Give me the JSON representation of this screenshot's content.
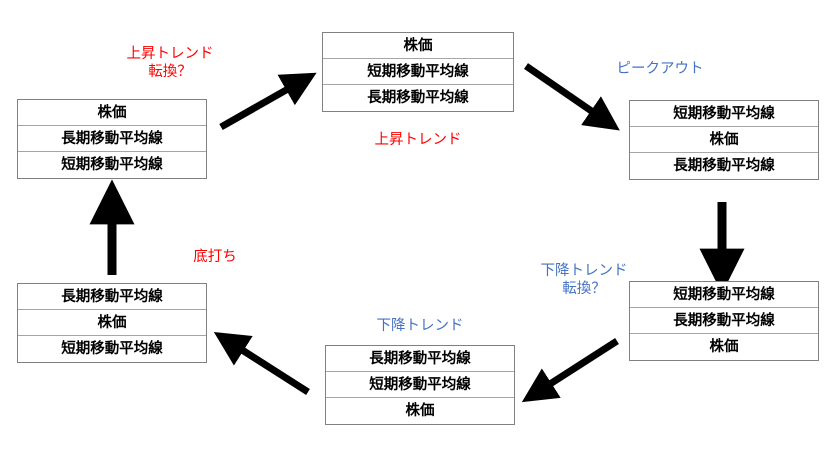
{
  "diagram": {
    "title": "",
    "colors": {
      "box_border": "#808080",
      "row_divider": "#a6a6a6",
      "text": "#000000",
      "red_label": "#ff0000",
      "blue_label": "#4472c4",
      "arrow": "#000000",
      "background": "#ffffff"
    },
    "terms": {
      "price": "株価",
      "short_ma": "短期移動平均線",
      "long_ma": "長期移動平均線"
    },
    "boxes": [
      {
        "id": "left-box",
        "name": "state-box-bottoming-reversal",
        "rows": [
          "株価",
          "長期移動平均線",
          "短期移動平均線"
        ]
      },
      {
        "id": "top-box",
        "name": "state-box-uptrend",
        "rows": [
          "株価",
          "短期移動平均線",
          "長期移動平均線"
        ]
      },
      {
        "id": "right-top-box",
        "name": "state-box-peak-out",
        "rows": [
          "短期移動平均線",
          "株価",
          "長期移動平均線"
        ]
      },
      {
        "id": "right-bottom-box",
        "name": "state-box-downtrend-reversal",
        "rows": [
          "短期移動平均線",
          "長期移動平均線",
          "株価"
        ]
      },
      {
        "id": "bottom-box",
        "name": "state-box-downtrend",
        "rows": [
          "長期移動平均線",
          "短期移動平均線",
          "株価"
        ]
      },
      {
        "id": "bottom-left-box",
        "name": "state-box-bottoming",
        "rows": [
          "長期移動平均線",
          "株価",
          "短期移動平均線"
        ]
      }
    ],
    "labels": [
      {
        "id": "label-uptrend-reversal",
        "line1": "上昇トレンド",
        "line2": "転換？",
        "color": "red"
      },
      {
        "id": "label-uptrend",
        "line1": "上昇トレンド",
        "line2": "",
        "color": "red"
      },
      {
        "id": "label-peak-out",
        "line1": "ピークアウト",
        "line2": "",
        "color": "blue"
      },
      {
        "id": "label-downtrend-reversal",
        "line1": "下降トレンド",
        "line2": "転換？",
        "color": "blue"
      },
      {
        "id": "label-downtrend",
        "line1": "下降トレンド",
        "line2": "",
        "color": "blue"
      },
      {
        "id": "label-bottoming",
        "line1": "底打ち",
        "line2": "",
        "color": "red"
      }
    ],
    "arrows": [
      {
        "id": "arrow-left-to-top",
        "name": "arrow-up-right-left-to-top"
      },
      {
        "id": "arrow-top-to-right",
        "name": "arrow-down-right-top-to-right"
      },
      {
        "id": "arrow-right-down",
        "name": "arrow-down-right-top-to-right-bottom"
      },
      {
        "id": "arrow-right-to-bottom",
        "name": "arrow-down-left-right-to-bottom"
      },
      {
        "id": "arrow-bottom-to-left",
        "name": "arrow-up-left-bottom-to-bottom-left"
      },
      {
        "id": "arrow-bottom-left-up",
        "name": "arrow-up-bottom-left-to-left"
      }
    ]
  }
}
